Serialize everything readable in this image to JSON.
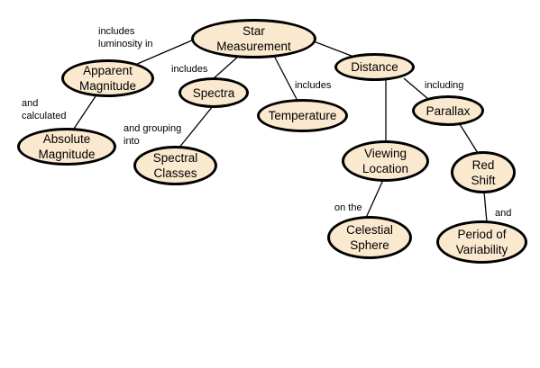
{
  "diagram": {
    "nodes": {
      "star_measurement": "Star\nMeasurement",
      "apparent_magnitude": "Apparent\nMagnitude",
      "spectra": "Spectra",
      "temperature": "Temperature",
      "distance": "Distance",
      "absolute_magnitude": "Absolute\nMagnitude",
      "spectral_classes": "Spectral\nClasses",
      "viewing_location": "Viewing\nLocation",
      "parallax": "Parallax",
      "red_shift": "Red\nShift",
      "celestial_sphere": "Celestial\nSphere",
      "period_of_variability": "Period of\nVariability"
    },
    "labels": {
      "includes_luminosity_in": "includes\nluminosity in",
      "includes_spectra": "includes",
      "includes_temperature": "includes",
      "including": "including",
      "and_calculated": "and\ncalculated",
      "and_grouping_into": "and grouping\ninto",
      "on_the": "on the",
      "and": "and"
    }
  }
}
